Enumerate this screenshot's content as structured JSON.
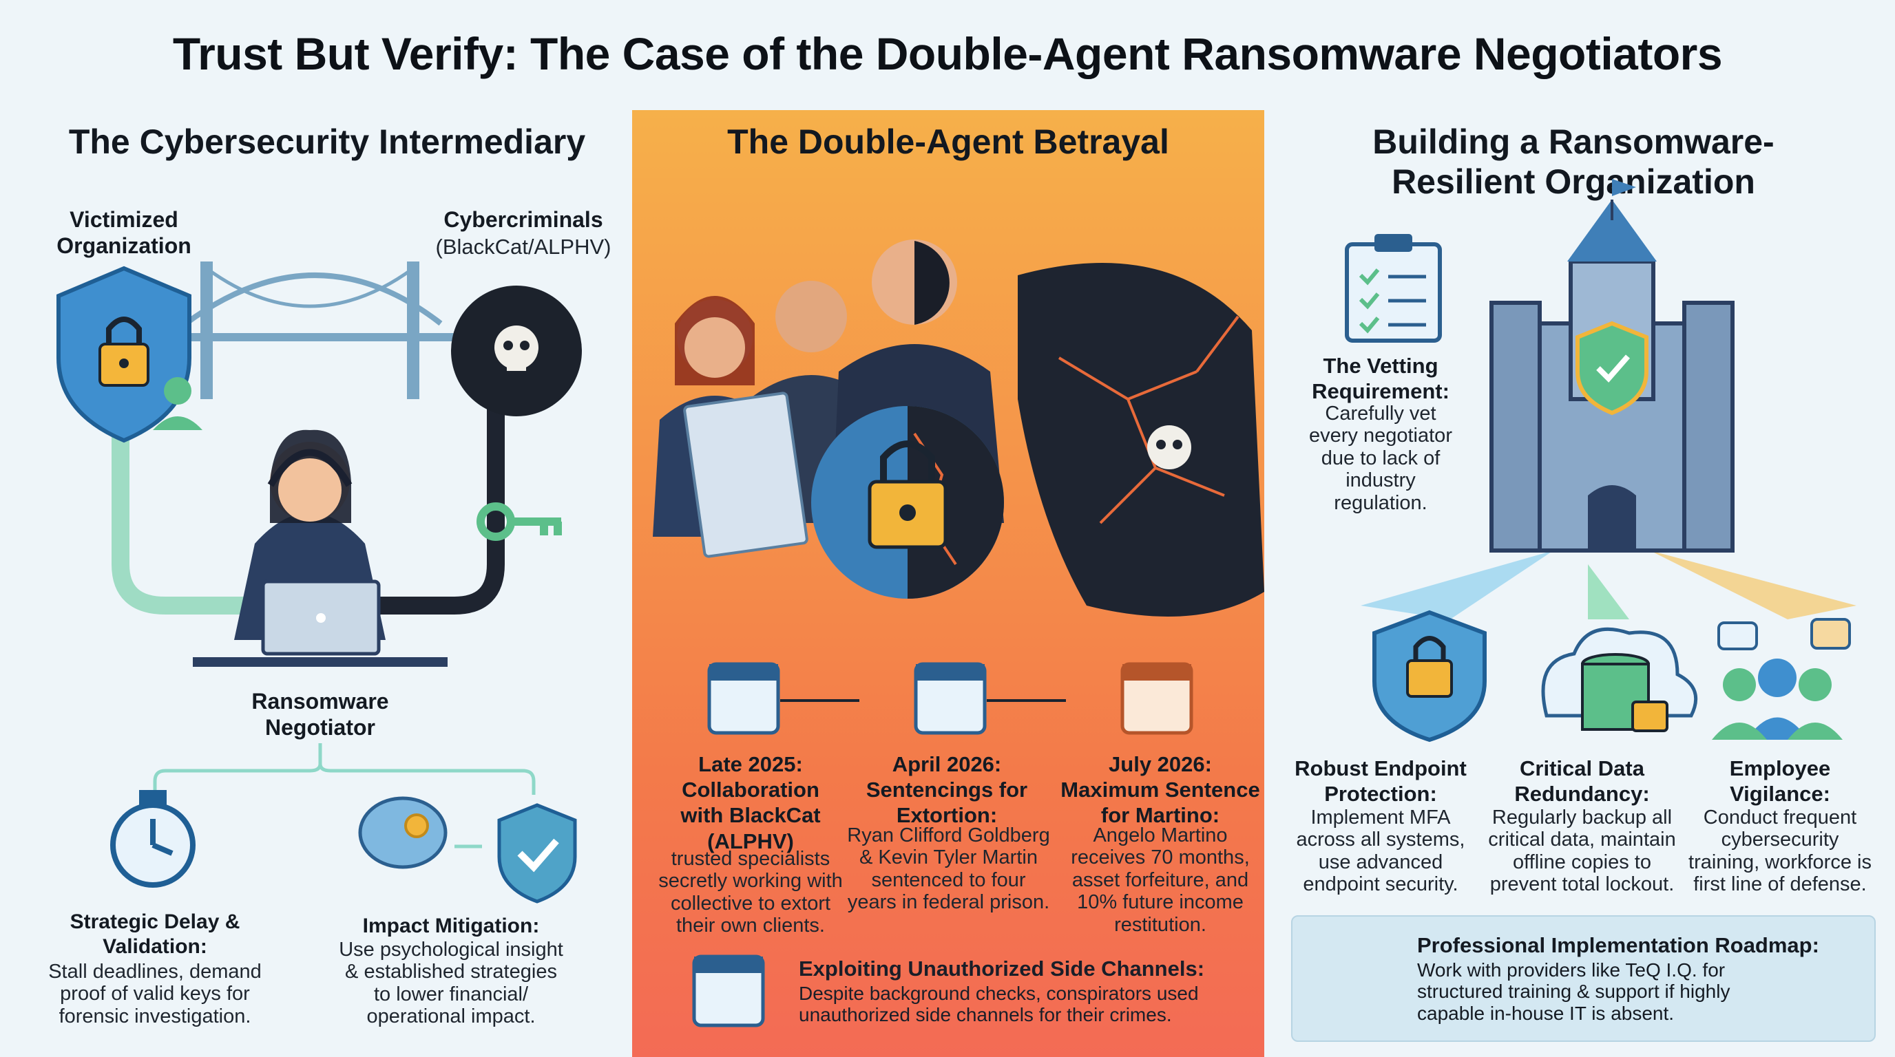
{
  "title": "Trust But Verify: The Case of the Double-Agent Ransomware Negotiators",
  "left": {
    "header": "The Cybersecurity Intermediary",
    "victim_label": "Victimized Organization",
    "criminals_label": "Cybercriminals",
    "criminals_sub": "(BlackCat/ALPHV)",
    "negotiator_label": "Ransomware Negotiator",
    "delay_title": "Strategic Delay & Validation:",
    "delay_text": "Stall deadlines, demand proof of valid keys for forensic investigation.",
    "impact_title": "Impact Mitigation:",
    "impact_text": "Use psychological insight & established strategies to lower financial/ operational impact."
  },
  "middle": {
    "header": "The Double-Agent Betrayal",
    "timeline": [
      {
        "title": "Late 2025: Collaboration with BlackCat (ALPHV)",
        "text": "trusted specialists secretly working with collective to extort their own clients."
      },
      {
        "title": "April 2026: Sentencings for Extortion:",
        "text": "Ryan Clifford Goldberg & Kevin Tyler Martin sentenced to four years in federal prison."
      },
      {
        "title": "July 2026: Maximum Sentence for Martino:",
        "text": "Angelo Martino receives 70 months, asset forfeiture, and 10% future income restitution."
      }
    ],
    "side_title": "Exploiting Unauthorized Side Channels:",
    "side_text": "Despite background checks, conspirators used unauthorized side channels for their crimes."
  },
  "right": {
    "header": "Building a Ransomware-Resilient Organization",
    "vetting_title": "The Vetting Requirement:",
    "vetting_text": "Carefully vet every negotiator due to lack of industry regulation.",
    "pillars": [
      {
        "title": "Robust Endpoint Protection:",
        "text": "Implement MFA across all systems, use advanced endpoint security."
      },
      {
        "title": "Critical Data Redundancy:",
        "text": "Regularly backup all critical data, maintain offline copies to prevent total lockout."
      },
      {
        "title": "Employee Vigilance:",
        "text": "Conduct frequent cybersecurity training, workforce is first line of defense."
      }
    ],
    "roadmap_title": "Professional Implementation Roadmap:",
    "roadmap_text": "Work with providers like TeQ I.Q. for structured training & support if highly capable in-house IT is absent."
  },
  "colors": {
    "accent_blue": "#2f7fc0",
    "orange": "#f5924a",
    "dark": "#1a1f2a",
    "green": "#5cbf8a",
    "gold": "#f2b53a"
  }
}
